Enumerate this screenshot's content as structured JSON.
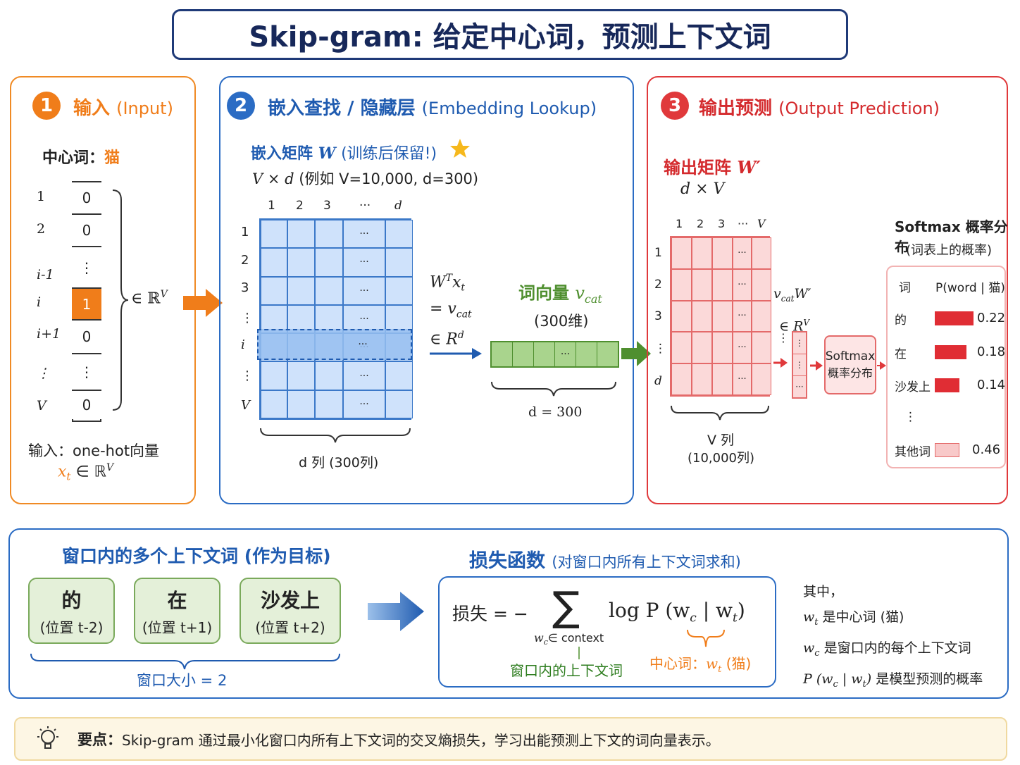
{
  "title": "Skip-gram: 给定中心词，预测上下文词",
  "panel1": {
    "num": "1",
    "title": "输入",
    "title_en": "(Input)",
    "center_label": "中心词：",
    "center_word": "猫",
    "row_labels": [
      "1",
      "2",
      "i-1",
      "i",
      "i+1",
      "⋮",
      "V"
    ],
    "cells": [
      "0",
      "0",
      "⋮",
      "1",
      "0",
      "⋮",
      "0"
    ],
    "in_space": "∈ ℝ",
    "in_space_sup": "V",
    "input_label": "输入：one-hot向量",
    "xt": "x",
    "xt_sub": "t",
    "xt_space": "∈ ℝ",
    "xt_sup": "V"
  },
  "panel2": {
    "num": "2",
    "title": "嵌入查找 / 隐藏层",
    "title_en": "(Embedding Lookup)",
    "matrix_label": "嵌入矩阵",
    "matrix_symbol": "W",
    "matrix_note": "(训练后保留!)",
    "dims": "V × d",
    "dims_example": "(例如 V=10,000, d=300)",
    "col_headers": [
      "1",
      "2",
      "3",
      "···",
      "d"
    ],
    "row_headers": [
      "1",
      "2",
      "3",
      "⋮",
      "i",
      "⋮",
      "V"
    ],
    "cell_dots": "···",
    "bottom_label": "d 列 (300列)",
    "eq1": "W",
    "eq1_sup": "T",
    "eq1_rest": "x",
    "eq1_sub": "t",
    "eq2": "= v",
    "eq2_sub": "cat",
    "eq3": "∈ R",
    "eq3_sup": "d",
    "vec_title": "词向量",
    "vec_symbol": "v",
    "vec_sub": "cat",
    "vec_dim": "(300维)",
    "vec_cells": [
      "",
      "",
      "",
      "···",
      "",
      ""
    ],
    "vec_bottom": "d = 300"
  },
  "panel3": {
    "num": "3",
    "title": "输出预测",
    "title_en": "(Output Prediction)",
    "matrix_label": "输出矩阵",
    "matrix_symbol": "W′",
    "dims": "d × V",
    "col_headers": [
      "1",
      "2",
      "3",
      "···",
      "V"
    ],
    "row_headers": [
      "1",
      "2",
      "3",
      "⋮",
      "d"
    ],
    "cell_dots": "···",
    "bottom_label": "V 列",
    "bottom_label2": "(10,000列)",
    "prod": "v",
    "prod_sub": "cat",
    "prod_rest": "W′",
    "prod_space": "∈ R",
    "prod_sup": "V",
    "left_dots": "⋮",
    "score_cells": [
      "⋮",
      "⋮",
      "···"
    ],
    "softmax_box1": "Softmax",
    "softmax_box2": "概率分布",
    "dist_title": "Softmax 概率分布",
    "dist_sub": "(词表上的概率)",
    "col_word": "词",
    "col_prob": "P(word | 猫)",
    "rows": [
      {
        "word": "的",
        "value": 0.22,
        "label": "0.22"
      },
      {
        "word": "在",
        "value": 0.18,
        "label": "0.18"
      },
      {
        "word": "沙发上",
        "value": 0.14,
        "label": "0.14"
      },
      {
        "word": "其他词",
        "value": 0.46,
        "label": "0.46"
      }
    ],
    "mid_dots": "⋮"
  },
  "bottom": {
    "ctx_title": "窗口内的多个上下文词 (作为目标)",
    "ctx_words": [
      {
        "word": "的",
        "pos": "(位置 t-2)"
      },
      {
        "word": "在",
        "pos": "(位置 t+1)"
      },
      {
        "word": "沙发上",
        "pos": "(位置 t+2)"
      }
    ],
    "window_size": "窗口大小 = 2",
    "loss_title": "损失函数",
    "loss_sub": "(对窗口内所有上下文词求和)",
    "loss_lhs": "损失 = −",
    "sigma": "∑",
    "sigma_sub": "w",
    "sigma_sub2": "c",
    "sigma_sub3": "∈ context",
    "loss_rhs": "log P (w",
    "loss_rhs_sub": "c",
    "loss_rhs_mid": " | w",
    "loss_rhs_sub2": "t",
    "loss_rhs_end": ")",
    "ann_ctx": "窗口内的上下文词",
    "ann_center": "中心词：",
    "ann_center_sym": "w",
    "ann_center_sub": "t",
    "ann_center_end": " (猫)",
    "where": "其中，",
    "def1_sym": "w",
    "def1_sub": "t",
    "def1": " 是中心词 (猫)",
    "def2_sym": "w",
    "def2_sub": "c",
    "def2": " 是窗口内的每个上下文词",
    "def3_sym": "P (w",
    "def3_sub": "c",
    "def3_mid": " | w",
    "def3_sub2": "t",
    "def3_end": ")",
    "def3": " 是模型预测的概率"
  },
  "tip": {
    "label": "要点：",
    "text": "Skip-gram 通过最小化窗口内所有上下文词的交叉熵损失，学习出能预测上下文的词向量表示。"
  },
  "colors": {
    "orange": "#f07d1a",
    "blue": "#2b6cc4",
    "red": "#e0393b",
    "green": "#4f8f2f",
    "navy": "#17285a"
  }
}
